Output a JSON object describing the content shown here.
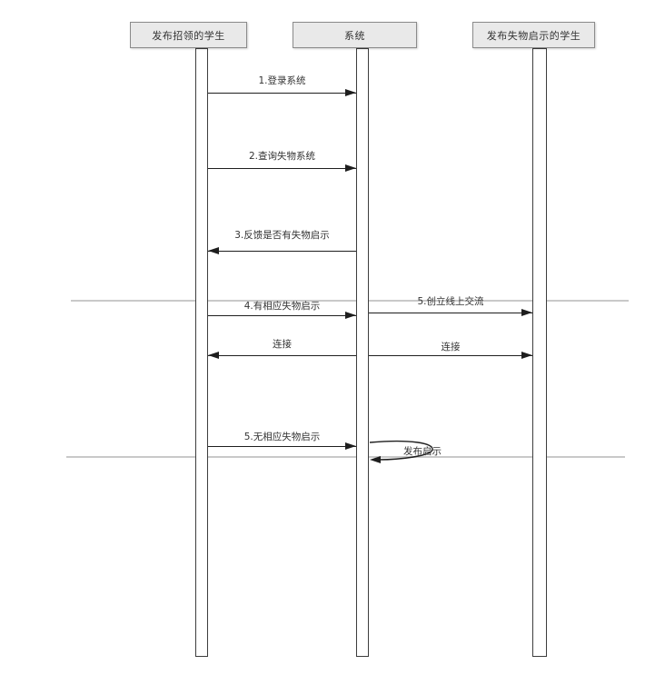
{
  "diagram": {
    "type": "uml-sequence",
    "actors": [
      {
        "label": "发布招领的学生"
      },
      {
        "label": "系统"
      },
      {
        "label": "发布失物启示的学生"
      }
    ],
    "messages": [
      {
        "label": "1.登录系统",
        "from": "发布招领的学生",
        "to": "系统"
      },
      {
        "label": "2.查询失物系统",
        "from": "发布招领的学生",
        "to": "系统"
      },
      {
        "label": "3.反馈是否有失物启示",
        "from": "系统",
        "to": "发布招领的学生"
      },
      {
        "label": "4.有相应失物启示",
        "from": "发布招领的学生",
        "to": "系统"
      },
      {
        "label": "5.创立线上交流",
        "from": "系统",
        "to": "发布失物启示的学生"
      },
      {
        "label": "连接",
        "from": "系统",
        "to": "发布招领的学生"
      },
      {
        "label": "连接",
        "from": "系统",
        "to": "发布失物启示的学生"
      },
      {
        "label": "5.无相应失物启示",
        "from": "发布招领的学生",
        "to": "系统"
      },
      {
        "label": "发布启示",
        "from": "系统",
        "to": "系统",
        "self": true
      }
    ],
    "colors": {
      "actor_fill": "#e9e9e9",
      "actor_border": "#8a8a8a",
      "lifeline_stroke": "#3d3d3d",
      "arrow": "#1e1e1e",
      "separator": "#c9c9c9",
      "background": "#ffffff"
    }
  }
}
